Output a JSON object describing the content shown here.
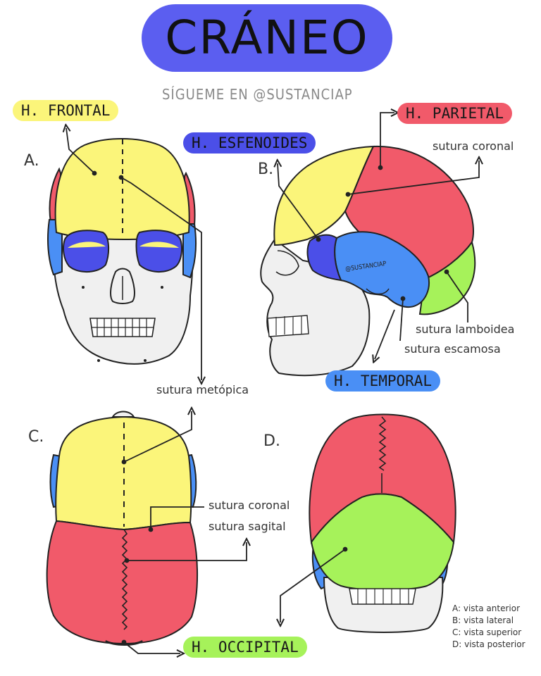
{
  "title": "CRÁNEO",
  "subtitle": "SÍGUEME EN @SUSTANCIAP",
  "watermark": "@SUSTANCIAP",
  "bones": {
    "frontal": "H. FRONTAL",
    "esfenoides": "H. ESFENOIDES",
    "parietal": "H. PARIETAL",
    "temporal": "H. TEMPORAL",
    "occipital": "H. OCCIPITAL"
  },
  "views": {
    "a": "A.",
    "b": "B.",
    "c": "C.",
    "d": "D."
  },
  "sutures": {
    "coronal_b": "sutura coronal",
    "lamboidea": "sutura lamboidea",
    "escamosa": "sutura escamosa",
    "metopica": "sutura metópica",
    "coronal_c": "sutura coronal",
    "sagital": "sutura sagital"
  },
  "legend": [
    "A: vista anterior",
    "B: vista lateral",
    "C: vista superior",
    "D: vista posterior"
  ],
  "colors": {
    "frontal": "#fbf57a",
    "parietal": "#f15a6a",
    "temporal": "#4a8ff5",
    "esfenoides": "#4b4fe8",
    "occipital": "#a6f25a",
    "bone": "#f0f0f0",
    "title_pill": "#5b5ef0"
  }
}
